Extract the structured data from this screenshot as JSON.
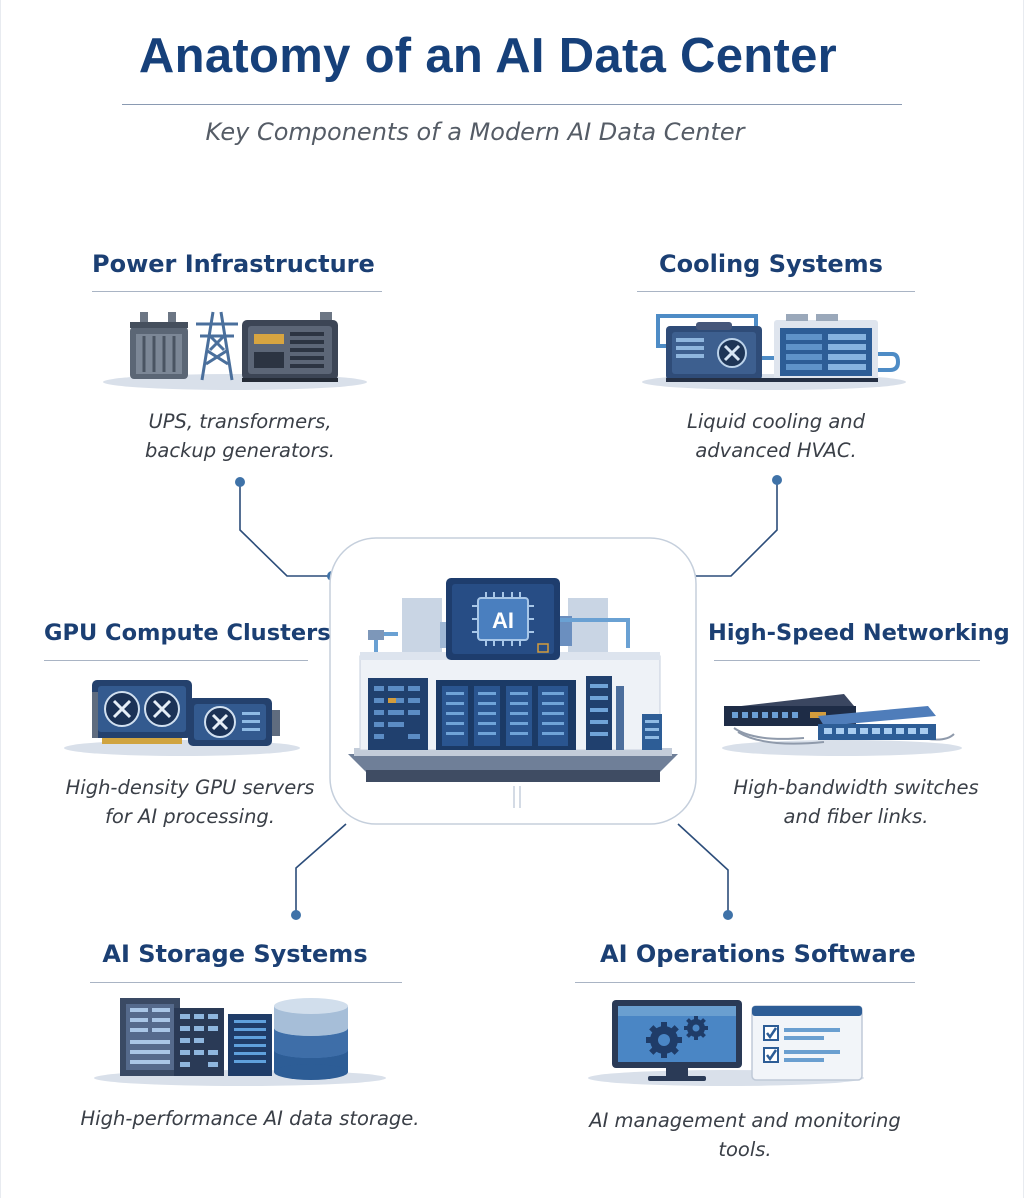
{
  "title": "Anatomy of an AI Data Center",
  "subtitle": "Key Components of a Modern AI Data Center",
  "center": {
    "chip_label": "AI"
  },
  "sections": {
    "power": {
      "title": "Power Infrastructure",
      "desc_line1": "UPS, transformers,",
      "desc_line2": "backup generators."
    },
    "cooling": {
      "title": "Cooling Systems",
      "desc_line1": "Liquid cooling and",
      "desc_line2": "advanced HVAC."
    },
    "gpu": {
      "title": "GPU Compute Clusters",
      "desc_line1": "High-density GPU servers",
      "desc_line2": "for AI processing."
    },
    "networking": {
      "title": "High-Speed Networking",
      "desc_line1": "High-bandwidth switches",
      "desc_line2": "and fiber links."
    },
    "storage": {
      "title": "AI Storage Systems",
      "desc_line1": "High-performance AI data storage."
    },
    "software": {
      "title": "AI Operations Software",
      "desc_line1": "AI management and monitoring",
      "desc_line2": "tools."
    }
  },
  "colors": {
    "navy": "#1b3f73",
    "blue": "#2d5d96",
    "light_blue": "#6a9fd0",
    "grey": "#7b8592",
    "line": "#2c4d7a"
  }
}
